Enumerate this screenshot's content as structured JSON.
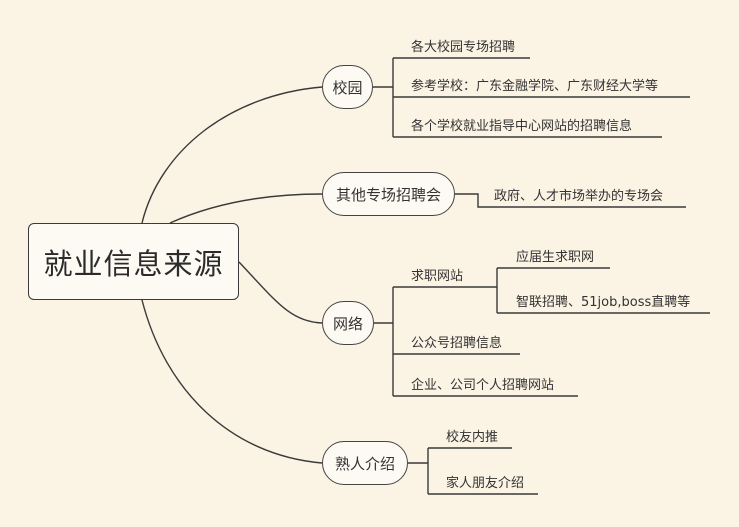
{
  "root": {
    "label": "就业信息来源"
  },
  "branches": [
    {
      "label": "校园",
      "children": [
        "各大校园专场招聘",
        "参考学校：广东金融学院、广东财经大学等",
        "各个学校就业指导中心网站的招聘信息"
      ]
    },
    {
      "label": "其他专场招聘会",
      "children": [
        "政府、人才市场举办的专场会"
      ]
    },
    {
      "label": "网络",
      "children": [
        {
          "label": "求职网站",
          "children": [
            "应届生求职网",
            "智联招聘、51job,boss直聘等"
          ]
        },
        "公众号招聘信息",
        "企业、公司个人招聘网站"
      ]
    },
    {
      "label": "熟人介绍",
      "children": [
        "校友内推",
        "家人朋友介绍"
      ]
    }
  ],
  "colors": {
    "background": "#fbf3e4",
    "line": "#3a3a3a"
  }
}
